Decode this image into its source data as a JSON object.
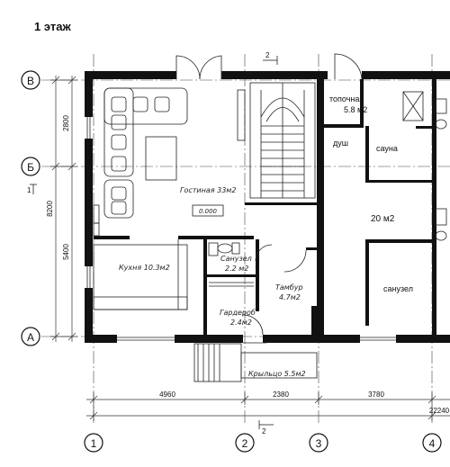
{
  "floor_title": "1 этаж",
  "axes": {
    "rows": [
      "В",
      "Б",
      "А"
    ],
    "cols": [
      "1",
      "2",
      "3",
      "4"
    ]
  },
  "section_marks": {
    "top": "2",
    "bottom": "2",
    "left": "1"
  },
  "dimensions": {
    "left": [
      "2800",
      "5400",
      "8200"
    ],
    "bottom": [
      "4960",
      "2380",
      "3780",
      "22240"
    ]
  },
  "rooms": {
    "living": "Гостиная 33м2",
    "level": "0.000",
    "kitchen": "Кухня 10.3м2",
    "bathroom": "Санузел",
    "bathroom_area": "2.2 м2",
    "vestibule": "Тамбур",
    "vestibule_area": "4.7м2",
    "wardrobe": "Гардероб",
    "wardrobe_area": "2.4м2",
    "porch": "Крыльцо 5.5м2",
    "boiler": "топочная",
    "boiler_area": "5.8 м2",
    "shower": "душ",
    "sauna": "сауна",
    "hall_area": "20 м2",
    "wc": "санузел"
  }
}
